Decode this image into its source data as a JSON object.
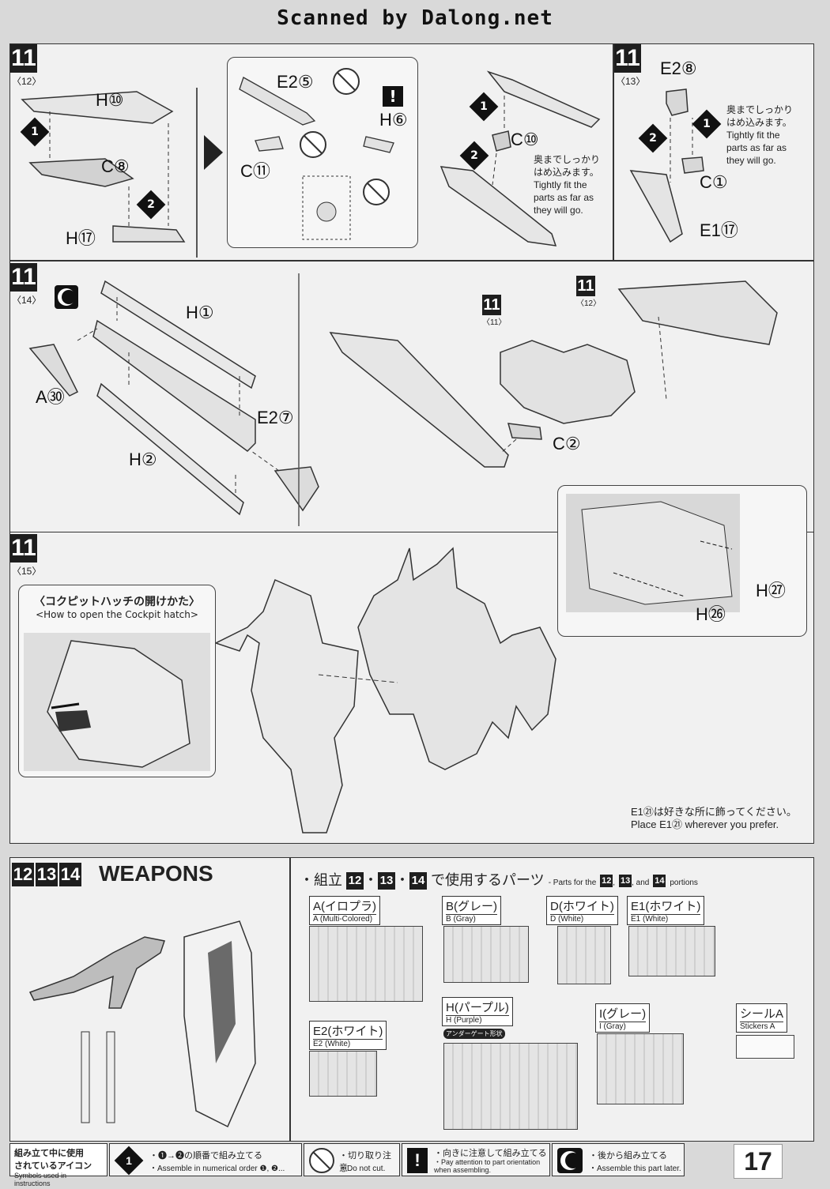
{
  "header": {
    "scanner_credit": "Scanned by Dalong.net"
  },
  "step11": {
    "step_number": "11",
    "sub12": {
      "sub": "〈12〉",
      "labels": [
        "H⑩",
        "C⑧",
        "H⑰",
        "E2⑤",
        "H⑥",
        "C⑪",
        "C⑩"
      ]
    },
    "sub13": {
      "sub": "〈13〉",
      "labels": [
        "E2⑧",
        "C①",
        "E1⑰"
      ]
    },
    "sub14": {
      "sub": "〈14〉",
      "labels": [
        "H①",
        "A㉚",
        "E2⑦",
        "H②",
        "C②"
      ]
    },
    "sub15": {
      "sub": "〈15〉",
      "labels": [
        "H㉗",
        "H㉖"
      ]
    },
    "sub11_ref": "〈11〉",
    "sub12_ref": "〈12〉",
    "note_fit_jp_1": "奥までしっかり",
    "note_fit_jp_2": "はめ込みます。",
    "note_fit_en_1": "Tightly fit the",
    "note_fit_en_2": "parts as far as",
    "note_fit_en_3": "they will go.",
    "cockpit_title_jp": "〈コクピットハッチの開けかた〉",
    "cockpit_title_en": "<How to open the Cockpit hatch>",
    "place_note_jp": "E1㉑は好きな所に飾ってください。",
    "place_note_en": "Place E1㉑ wherever you prefer."
  },
  "weapons": {
    "steps": [
      "12",
      "13",
      "14"
    ],
    "title": "WEAPONS",
    "parts_heading_jp": "・組立",
    "parts_heading_mid1": "・",
    "parts_heading_mid2": "・",
    "parts_heading_jp_tail": "で使用するパーツ",
    "parts_heading_en_pre": "- Parts for the",
    "parts_heading_en_and": ", and",
    "parts_heading_en_tail": "portions",
    "runners": [
      {
        "jp": "A(イロプラ)",
        "en": "A (Multi-Colored)"
      },
      {
        "jp": "B(グレー)",
        "en": "B (Gray)"
      },
      {
        "jp": "D(ホワイト)",
        "en": "D (White)"
      },
      {
        "jp": "E1(ホワイト)",
        "en": "E1 (White)"
      },
      {
        "jp": "H(パープル)",
        "en": "H (Purple)"
      },
      {
        "jp": "I(グレー)",
        "en": "I (Gray)"
      },
      {
        "jp": "E2(ホワイト)",
        "en": "E2 (White)"
      },
      {
        "jp": "シールA",
        "en": "Stickers A"
      }
    ],
    "anodize_tag": "アンダーゲート形状"
  },
  "legend": {
    "title_jp_1": "組み立て中に使用",
    "title_jp_2": "されているアイコン",
    "title_en": "Symbols used in instructions",
    "items": [
      {
        "jp": "・❶→❷の順番で組み立てる",
        "en": "・Assemble in numerical order ❶, ❷..."
      },
      {
        "jp": "・切り取り注意",
        "en": "・Do not cut."
      },
      {
        "jp": "・向きに注意して組み立てる",
        "en": "・Pay attention to part orientation when assembling."
      },
      {
        "jp": "・後から組み立てる",
        "en": "・Assemble this part later."
      }
    ]
  },
  "page_number": "17"
}
